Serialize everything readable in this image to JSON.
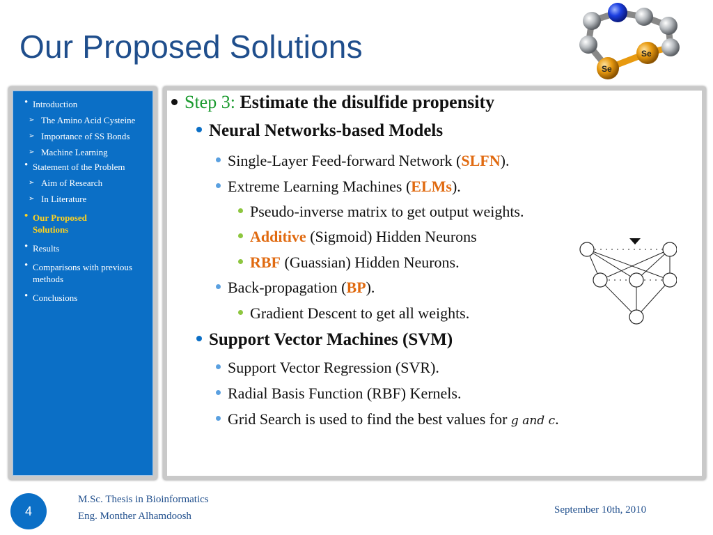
{
  "title": "Our Proposed Solutions",
  "molecule": {
    "atom_label_1": "Se",
    "atom_label_2": "Se"
  },
  "sidebar": {
    "items": [
      {
        "level": 1,
        "label": "Introduction"
      },
      {
        "level": 2,
        "label": "The Amino Acid Cysteine"
      },
      {
        "level": 2,
        "label": "Importance of SS Bonds"
      },
      {
        "level": 2,
        "label": "Machine Learning"
      },
      {
        "level": 1,
        "label": "Statement of the Problem"
      },
      {
        "level": 2,
        "label": "Aim of Research"
      },
      {
        "level": 2,
        "label": "In Literature"
      },
      {
        "level": 1,
        "label": "Our Proposed Solutions",
        "active": true
      },
      {
        "level": 1,
        "label": "Results"
      },
      {
        "level": 1,
        "label": "Comparisons with previous methods"
      },
      {
        "level": 1,
        "label": "Conclusions"
      }
    ]
  },
  "content": {
    "step_label": "Step 3:",
    "step_text": "Estimate the disulfide propensity",
    "nn_heading": "Neural Networks-based Models",
    "slfn_pre": "Single-Layer Feed-forward Network (",
    "slfn_abbr": "SLFN",
    "slfn_post": ").",
    "elm_pre": "Extreme Learning Machines (",
    "elm_abbr": "ELMs",
    "elm_post": ").",
    "pinv": "Pseudo-inverse matrix to get output weights.",
    "additive_label": "Additive",
    "additive_text": " (Sigmoid) Hidden Neurons",
    "rbf_label": "RBF",
    "rbf_text": " (Guassian) Hidden Neurons.",
    "bp_pre": "Back-propagation (",
    "bp_abbr": "BP",
    "bp_post": ").",
    "gd": "Gradient Descent to get all weights.",
    "svm_heading": "Support Vector Machines (SVM)",
    "svr": "Support Vector Regression (SVR).",
    "rbf_kernels": "Radial Basis Function (RBF) Kernels.",
    "grid_pre": "Grid Search is used to find the best values for ",
    "grid_vars": "g and  c",
    "grid_post": "."
  },
  "footer": {
    "page_number": "4",
    "line1": "M.Sc. Thesis in Bioinformatics",
    "line2": "Eng. Monther Alhamdoosh",
    "date": "September 10th, 2010"
  },
  "colors": {
    "title": "#1f4e8c",
    "sidebar_bg": "#0b6fc6",
    "active": "#ffd21f",
    "green": "#1a9a2e",
    "orange": "#e06a10"
  }
}
